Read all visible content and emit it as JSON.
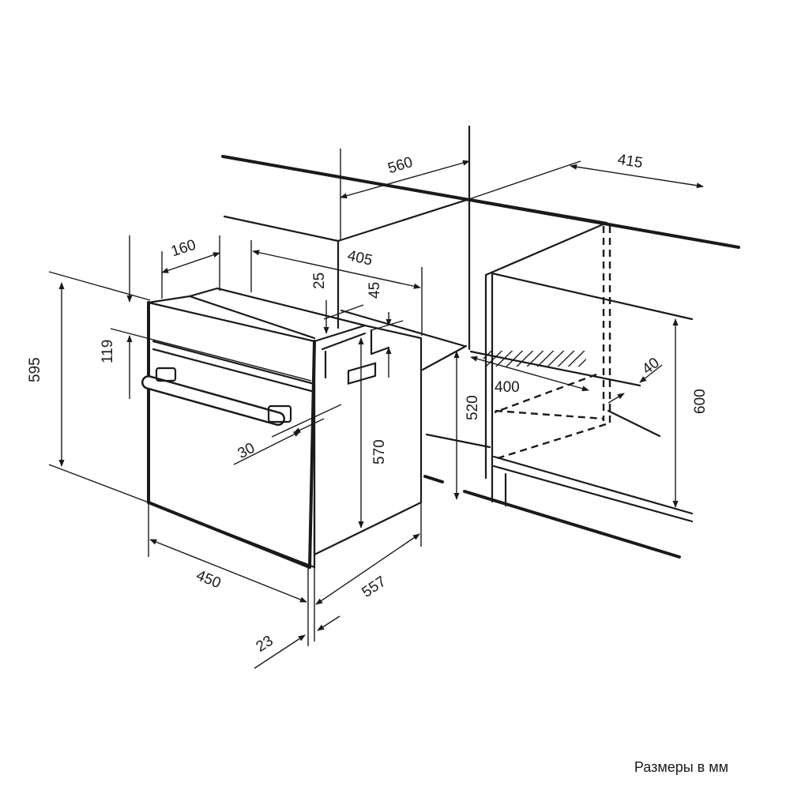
{
  "dimensions": {
    "d560": "560",
    "d415": "415",
    "d160": "160",
    "d405": "405",
    "d25": "25",
    "d45": "45",
    "d595": "595",
    "d119": "119",
    "d30": "30",
    "d570": "570",
    "d520": "520",
    "d400": "400",
    "d40": "40",
    "d600": "600",
    "d450": "450",
    "d557": "557",
    "d23": "23"
  },
  "caption": "Размеры в мм"
}
